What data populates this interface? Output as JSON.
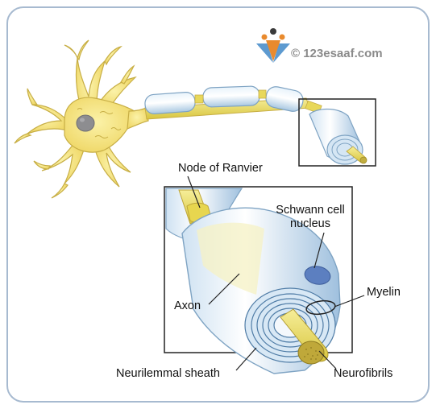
{
  "watermark": {
    "text": "© 123esaaf.com"
  },
  "labels": {
    "node_of_ranvier": "Node of Ranvier",
    "schwann_line1": "Schwann cell",
    "schwann_line2": "nucleus",
    "myelin": "Myelin",
    "axon": "Axon",
    "neurilemmal_sheath": "Neurilemmal sheath",
    "neurofibrils": "Neurofibrils"
  },
  "colors": {
    "frame": "#9fb4cc",
    "cell_body": "#f3e37a",
    "cell_outline": "#c9b24a",
    "nucleus": "#8f8f92",
    "myelin": "#cfe3f3",
    "myelin_outline": "#7fa6c6",
    "axon": "#e9dc5c",
    "leader": "#222222"
  }
}
